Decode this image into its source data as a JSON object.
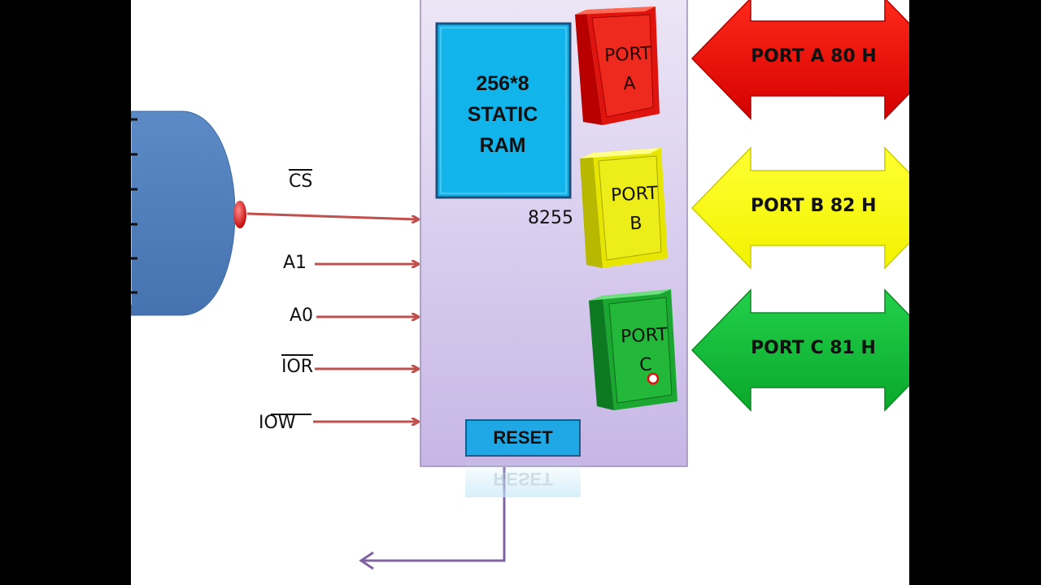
{
  "ram": {
    "line1": "256*8",
    "line2": "STATIC",
    "line3": "RAM"
  },
  "chip_label": "8255",
  "ports": {
    "a": {
      "line1": "PORT",
      "line2": "A",
      "color": "#e0140e"
    },
    "b": {
      "line1": "PORT",
      "line2": "B",
      "color": "#e6e600"
    },
    "c": {
      "line1": "PORT",
      "line2": "C",
      "color": "#1aa830"
    }
  },
  "arrows": {
    "a": "PORT A 80 H",
    "b": "PORT B 82 H",
    "c": "PORT C 81 H"
  },
  "signals": {
    "cs": "CS",
    "a1": "A1",
    "a0": "A0",
    "ior": "IOR",
    "iow": "IOW"
  },
  "reset": "RESET",
  "colors": {
    "chip_fill": "#cfc0e8",
    "ram_fill": "#12b4ec",
    "signal_line": "#c0504d",
    "reset_line": "#8064a2",
    "gate": "#4f81bd"
  }
}
